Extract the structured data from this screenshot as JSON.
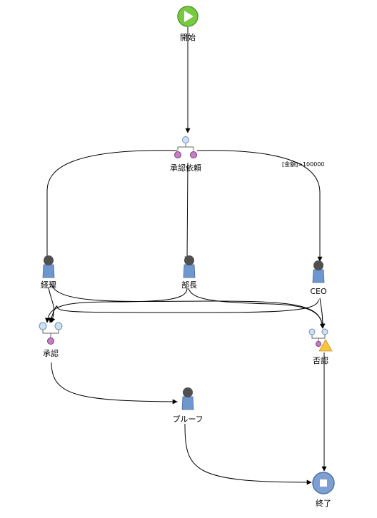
{
  "nodes": {
    "start": "開始",
    "request": "承認依頼",
    "keiri": "経理",
    "bucho": "部長",
    "ceo": "CEO",
    "approve": "承認",
    "reject": "否認",
    "pluff": "プルーフ",
    "end": "終了"
  },
  "edges": {
    "request_to_ceo_condition": "[金額]>100000"
  },
  "colors": {
    "start": "#7ac943",
    "end": "#7d9fd2",
    "person_body": "#6f97cf",
    "person_head": "#505050",
    "port_light": "#cfe0f5",
    "port_pink": "#c77dc5",
    "warning": "#f5c542"
  }
}
